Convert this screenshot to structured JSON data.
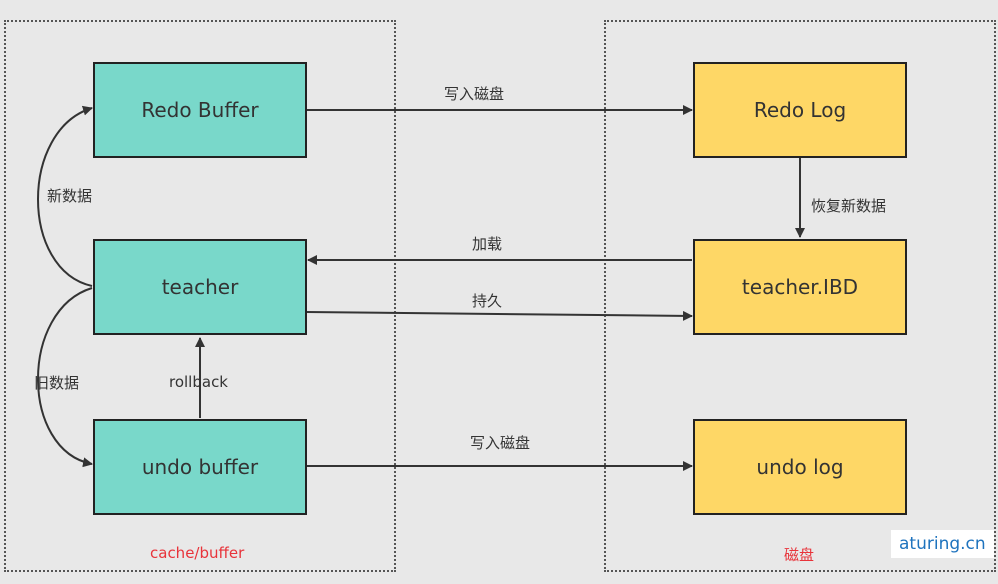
{
  "regions": {
    "memory_label": "cache/buffer",
    "disk_label": "磁盘"
  },
  "nodes": {
    "redo_buffer": "Redo Buffer",
    "teacher": "teacher",
    "undo_buffer": "undo buffer",
    "redo_log": "Redo Log",
    "teacher_ibd": "teacher.IBD",
    "undo_log": "undo log"
  },
  "edges": {
    "redo_write": "写入磁盘",
    "recover": "恢复新数据",
    "load": "加载",
    "persist": "持久",
    "undo_write": "写入磁盘",
    "new_data": "新数据",
    "old_data": "旧数据",
    "rollback": "rollback"
  },
  "watermark": "aturing.cn",
  "colors": {
    "memory_fill": "#79d8ca",
    "disk_fill": "#fed766",
    "region_label": "#e8333a",
    "watermark": "#1e73be"
  }
}
